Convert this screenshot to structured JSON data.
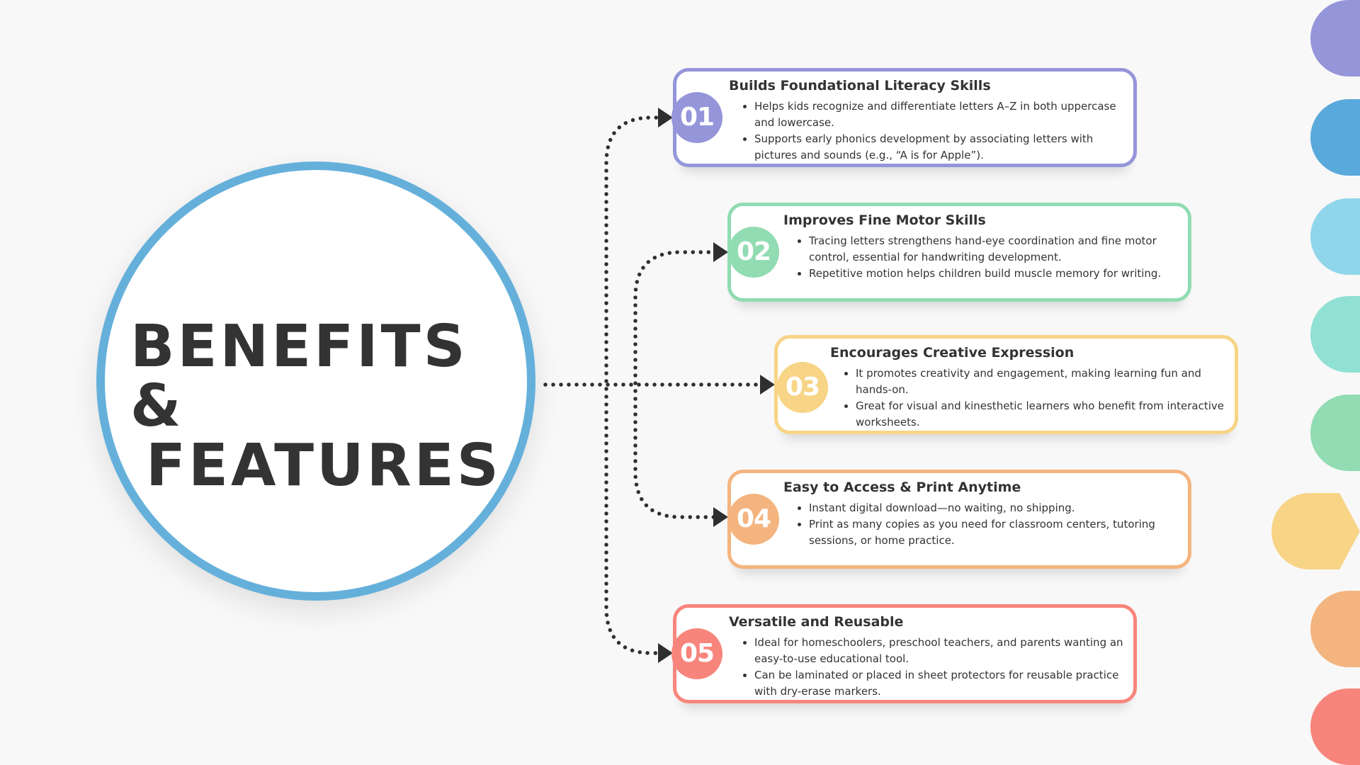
{
  "title": {
    "line1": "BENEFITS &",
    "line2": "FEATURES"
  },
  "colors": {
    "main_circle": "#65b0db",
    "card_1": "#9595da",
    "card_2": "#91dcb2",
    "card_3": "#f7d486",
    "card_4": "#f4b47f",
    "card_5": "#f7857c",
    "connector": "#2f2f2f"
  },
  "cards": [
    {
      "number": "01",
      "title": "Builds Foundational Literacy Skills",
      "bullets": [
        "Helps kids recognize and differentiate letters A–Z in both uppercase and lowercase.",
        "Supports early phonics development by associating letters with pictures and sounds (e.g., “A is for Apple”)."
      ]
    },
    {
      "number": "02",
      "title": "Improves Fine Motor Skills",
      "bullets": [
        "Tracing letters strengthens hand-eye coordination and fine motor control, essential for handwriting development.",
        "Repetitive motion helps children build muscle memory for writing."
      ]
    },
    {
      "number": "03",
      "title": "Encourages Creative Expression",
      "bullets": [
        "It promotes creativity and engagement, making learning fun and hands-on.",
        "Great for visual and kinesthetic learners who benefit from interactive worksheets."
      ]
    },
    {
      "number": "04",
      "title": "Easy to Access & Print Anytime",
      "bullets": [
        "Instant digital download—no waiting, no shipping.",
        "Print as many copies as you need for classroom centers, tutoring sessions, or home practice."
      ]
    },
    {
      "number": "05",
      "title": "Versatile and Reusable",
      "bullets": [
        "Ideal for homeschoolers, preschool teachers, and parents wanting an easy-to-use educational tool.",
        "Can be laminated or placed in sheet protectors for reusable practice with dry-erase markers."
      ]
    }
  ],
  "side_tabs": [
    {
      "color": "#9595da"
    },
    {
      "color": "#5aa9dc"
    },
    {
      "color": "#8fd6ea"
    },
    {
      "color": "#90e0d4"
    },
    {
      "color": "#91dcb2"
    },
    {
      "color": "#f7d486",
      "active": true
    },
    {
      "color": "#f4b47f"
    },
    {
      "color": "#f7857c"
    }
  ]
}
